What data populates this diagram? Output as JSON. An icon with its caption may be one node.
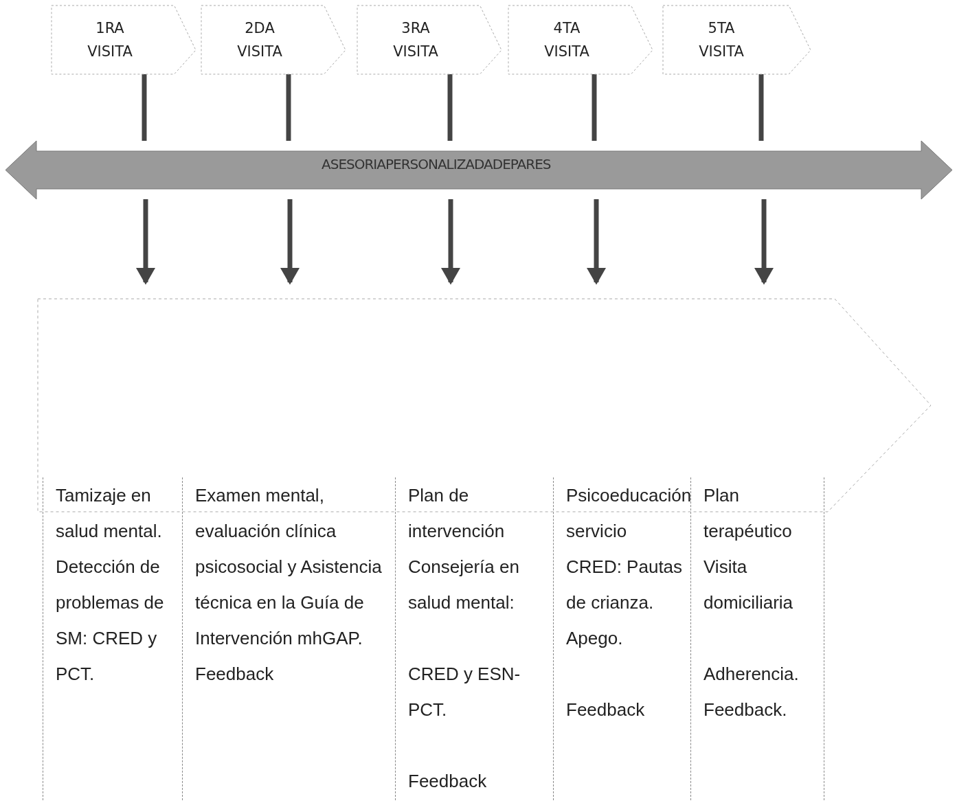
{
  "diagram": {
    "nodes": [
      {
        "text": [
          "1RA VISITA"
        ]
      },
      {
        "text": [
          "2DA VISITA"
        ]
      },
      {
        "text": [
          "3RA VISITA"
        ]
      },
      {
        "text": [
          "4TA VISITA"
        ]
      },
      {
        "text": [
          "5TA VISITA"
        ]
      },
      {
        "text": [
          "ASESORIAPERSONALIZADADEPARES"
        ]
      },
      {
        "text": [],
        "shape": "arrow"
      },
      {
        "text": [
          "Tamizaje en salud mental. Detección de problemas de SM: CRED y PCT."
        ]
      },
      {
        "text": [
          "Examen mental, evaluación clínica psicosocial y Asistencia técnica en la Guía de Intervención mhGAP. Feedback"
        ]
      },
      {
        "text": [
          "Plan de intervención Consejería en salud mental:",
          "CRED y ESN-PCT.",
          "Feedback"
        ]
      },
      {
        "text": [
          "Psicoeducación servicio CRED: Pautas de crianza. Apego.",
          "Feedback"
        ]
      },
      {
        "text": [
          "Plan terapéutico Visita domiciliaria",
          "Adherencia. Feedback."
        ]
      }
    ],
    "edges": [
      {
        "from": 0,
        "to": 5,
        "arrow": "none"
      },
      {
        "from": 1,
        "to": 5,
        "arrow": "none"
      },
      {
        "from": 2,
        "to": 5,
        "arrow": "none"
      },
      {
        "from": 3,
        "to": 5,
        "arrow": "none"
      },
      {
        "from": 4,
        "to": 5,
        "arrow": "none"
      },
      {
        "from": 5,
        "to": 6,
        "arrow": "to"
      },
      {
        "from": 5,
        "to": 6,
        "arrow": "to"
      },
      {
        "from": 5,
        "to": 6,
        "arrow": "to"
      },
      {
        "from": 5,
        "to": 6,
        "arrow": "to"
      },
      {
        "from": 5,
        "to": 6,
        "arrow": "to"
      }
    ]
  }
}
